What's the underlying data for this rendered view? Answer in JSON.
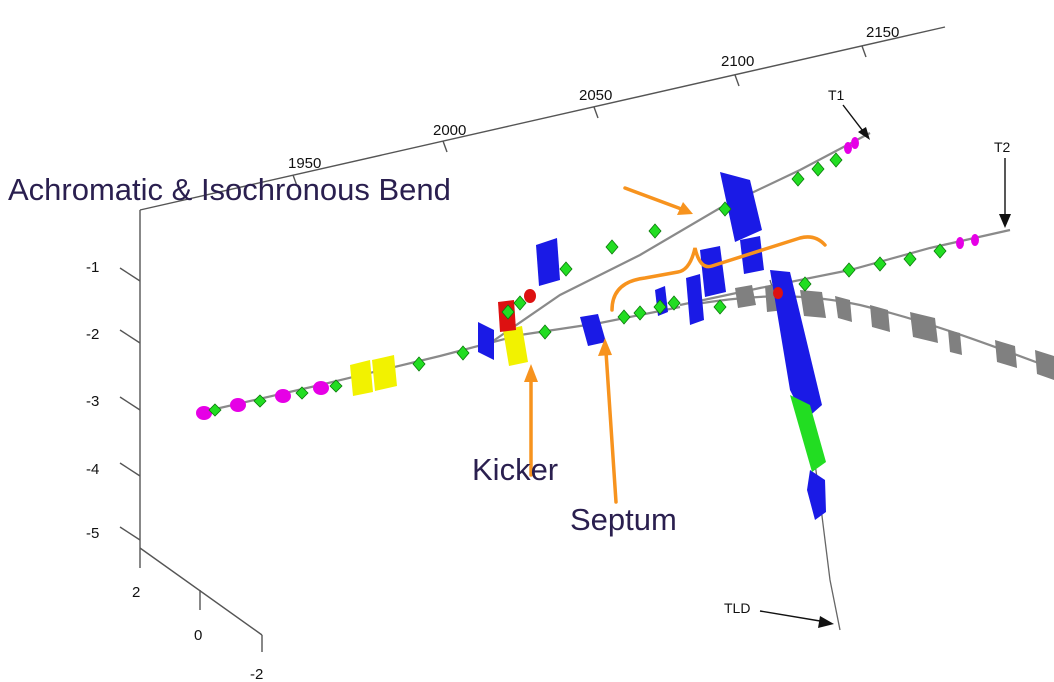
{
  "axes": {
    "x_ticks": [
      "1950",
      "2000",
      "2050",
      "2100",
      "2150"
    ],
    "z_ticks": [
      "-1",
      "-2",
      "-3",
      "-4",
      "-5"
    ],
    "y_ticks": [
      "2",
      "0",
      "-2"
    ]
  },
  "beamlines": {
    "t1": "T1",
    "t2": "T2",
    "tld": "TLD"
  },
  "callouts": {
    "bend": "Achromatic & Isochronous Bend",
    "kicker": "Kicker",
    "septum": "Septum"
  },
  "colors": {
    "quadrupole": "#22dd22",
    "dipole": "#1a1ae6",
    "sextupole": "#e600e6",
    "kicker": "#f2f200",
    "corrector": "#dd1111",
    "inactive": "#808080",
    "annotation": "#f7931e"
  }
}
